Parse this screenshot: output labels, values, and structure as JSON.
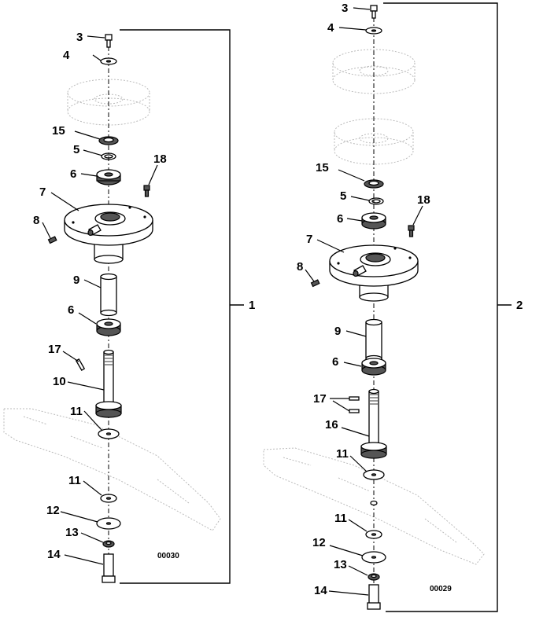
{
  "left_assembly": {
    "assembly_number": "1",
    "drawing_code": "00030",
    "callouts": [
      "3",
      "4",
      "15",
      "5",
      "6",
      "18",
      "7",
      "8",
      "9",
      "6",
      "17",
      "10",
      "11",
      "11",
      "12",
      "13",
      "14"
    ]
  },
  "right_assembly": {
    "assembly_number": "2",
    "drawing_code": "00029",
    "callouts": [
      "3",
      "4",
      "15",
      "5",
      "18",
      "6",
      "7",
      "8",
      "9",
      "6",
      "17",
      "16",
      "11",
      "11",
      "12",
      "13",
      "14"
    ]
  }
}
